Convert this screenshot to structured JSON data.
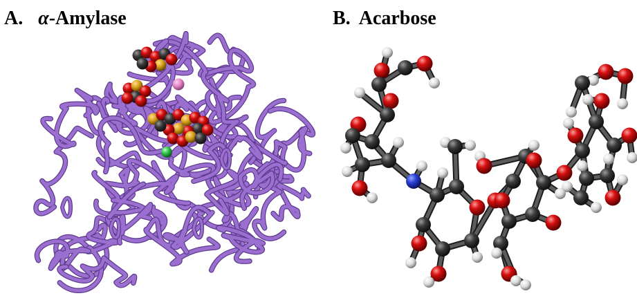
{
  "panels": [
    {
      "letter": "A.",
      "greek": "α",
      "title": "-Amylase"
    },
    {
      "letter": "B.",
      "title": "Acarbose"
    }
  ],
  "colors": {
    "protein_ribbon": "#9b6fd0",
    "protein_ribbon_dark": "#5e3a8f",
    "ligand_oxygen": "#d91414",
    "ligand_carbon": "#3a3a3a",
    "ligand_sulfur": "#d9a21f",
    "ion_pink": "#e58ac9",
    "ion_green": "#2fc04a",
    "atom_carbon": "#3b3b3b",
    "atom_oxygen": "#d81010",
    "atom_hydrogen": "#e6e6e6",
    "atom_nitrogen": "#2a3fd6"
  }
}
